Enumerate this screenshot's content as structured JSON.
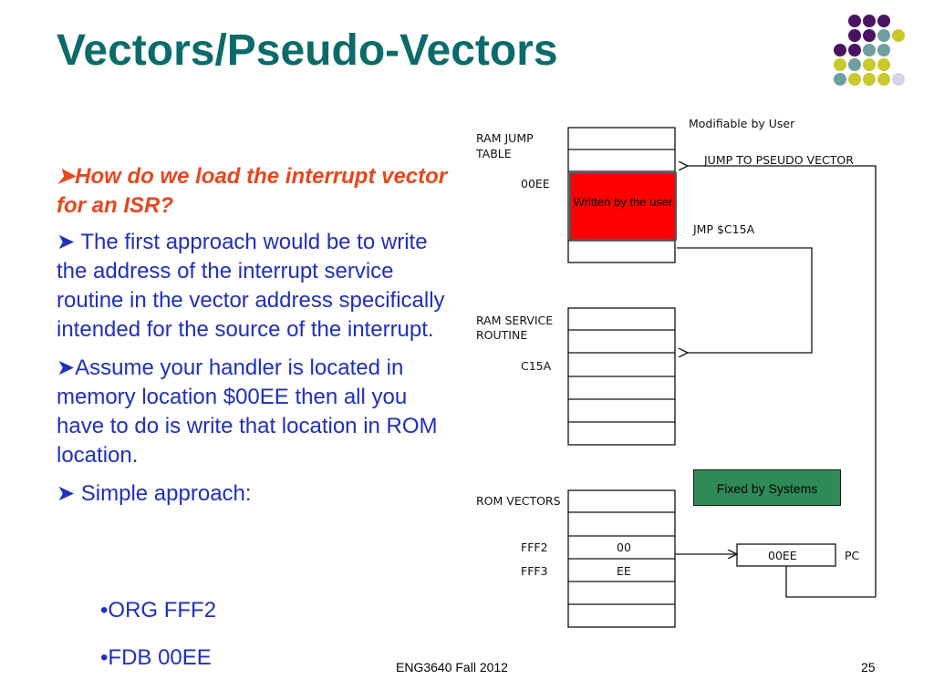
{
  "slide": {
    "title": "Vectors/Pseudo-Vectors",
    "question": "How do we load the interrupt vector for an ISR?",
    "bullets": [
      "The first approach would be to write the address of the interrupt service routine in the vector address specifically intended for the source of the interrupt.",
      "Assume your handler is located in memory location $00EE then all you have to do is write that location in ROM location.",
      "Simple approach:"
    ],
    "code_lines": [
      "•ORG FFF2",
      "•FDB 00EE"
    ],
    "footer_center": "ENG3640 Fall 2012",
    "page_number": "25"
  },
  "diagram": {
    "modifiable": "Modifiable by User",
    "ram_jump_table": [
      "RAM JUMP",
      "TABLE"
    ],
    "addr_00ee": "00EE",
    "jump_to_pseudo": "JUMP TO PSEUDO VECTOR",
    "jmp": "JMP $C15A",
    "ram_service": [
      "RAM SERVICE",
      "ROUTINE"
    ],
    "addr_c15a": "C15A",
    "rom_vectors": "ROM VECTORS",
    "addr_fff2": "FFF2",
    "addr_fff3": "FFF3",
    "val_00": "00",
    "val_ee": "EE",
    "pc_value": "00EE",
    "pc_label": "PC",
    "written_by_user": "Written by the user",
    "fixed_by_systems": "Fixed by Systems"
  },
  "colors": {
    "title": "#0b6b6b",
    "body": "#1f2fbf",
    "question": "#e8471e",
    "red_box": "#ff0000",
    "green_box": "#2e8b57",
    "dot_purple": "#4b1463",
    "dot_teal": "#6fa0a0",
    "dot_yellow": "#c9c92a",
    "dot_light": "#d4d4e8"
  }
}
